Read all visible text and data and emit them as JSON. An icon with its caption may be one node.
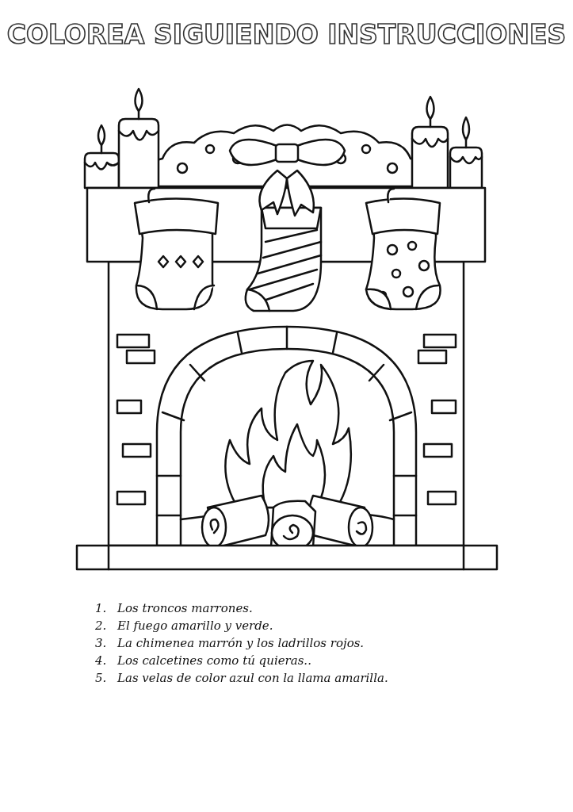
{
  "diagram": {
    "title": "COLOREA SIGUIENDO INSTRUCCIONES",
    "labels": [
      "1.",
      "Los troncos marrones.",
      "2.",
      "El fuego amarillo y verde.",
      "3.",
      "La chimenea marrón y los ladrillos rojos.",
      "4.",
      "Los calcetines como tú quieras..",
      "5.",
      "Las velas de color azul con la llama amarilla."
    ]
  }
}
